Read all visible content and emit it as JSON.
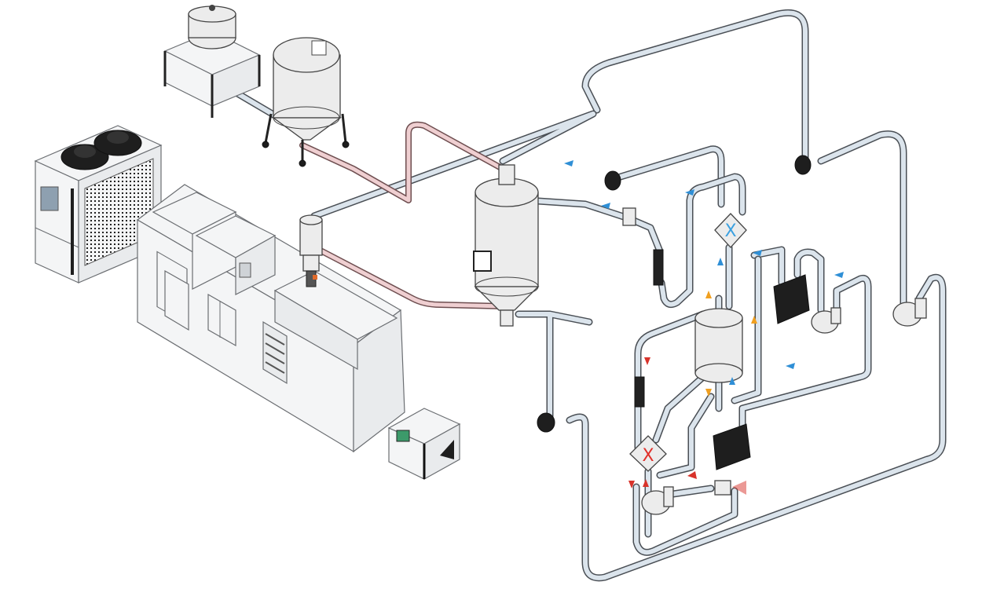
{
  "palette": {
    "pipe": "#dbe4ec",
    "pipe_outline": "#4a4f55",
    "hot_pipe": "#efcfd1",
    "arrow_blue": "#2f8fd6",
    "arrow_red": "#d8332b",
    "arrow_orange": "#f0a020",
    "valve_x_blue": "#3aa0e0",
    "valve_x_red": "#e0302a"
  },
  "components": [
    {
      "id": "chiller",
      "icon": "air-cooled-chiller-icon"
    },
    {
      "id": "injection-machine",
      "icon": "injection-molding-machine-icon"
    },
    {
      "id": "mold-temperature-controller",
      "icon": "mold-temp-controller-icon"
    },
    {
      "id": "octabin-frame",
      "icon": "material-container-icon"
    },
    {
      "id": "vacuum-tank",
      "icon": "storage-tank-icon"
    },
    {
      "id": "hopper-loader",
      "icon": "hopper-loader-icon"
    },
    {
      "id": "drying-hopper",
      "icon": "drying-hopper-icon"
    },
    {
      "id": "dehumidifier-rotor",
      "icon": "desiccant-rotor-icon"
    },
    {
      "id": "heat-exchanger-blue",
      "icon": "heat-exchanger-icon"
    },
    {
      "id": "heat-exchanger-red",
      "icon": "heat-exchanger-icon"
    },
    {
      "id": "blowers",
      "icon": "blower-icon"
    },
    {
      "id": "heaters",
      "icon": "heater-icon"
    },
    {
      "id": "filters",
      "icon": "filter-icon"
    }
  ]
}
